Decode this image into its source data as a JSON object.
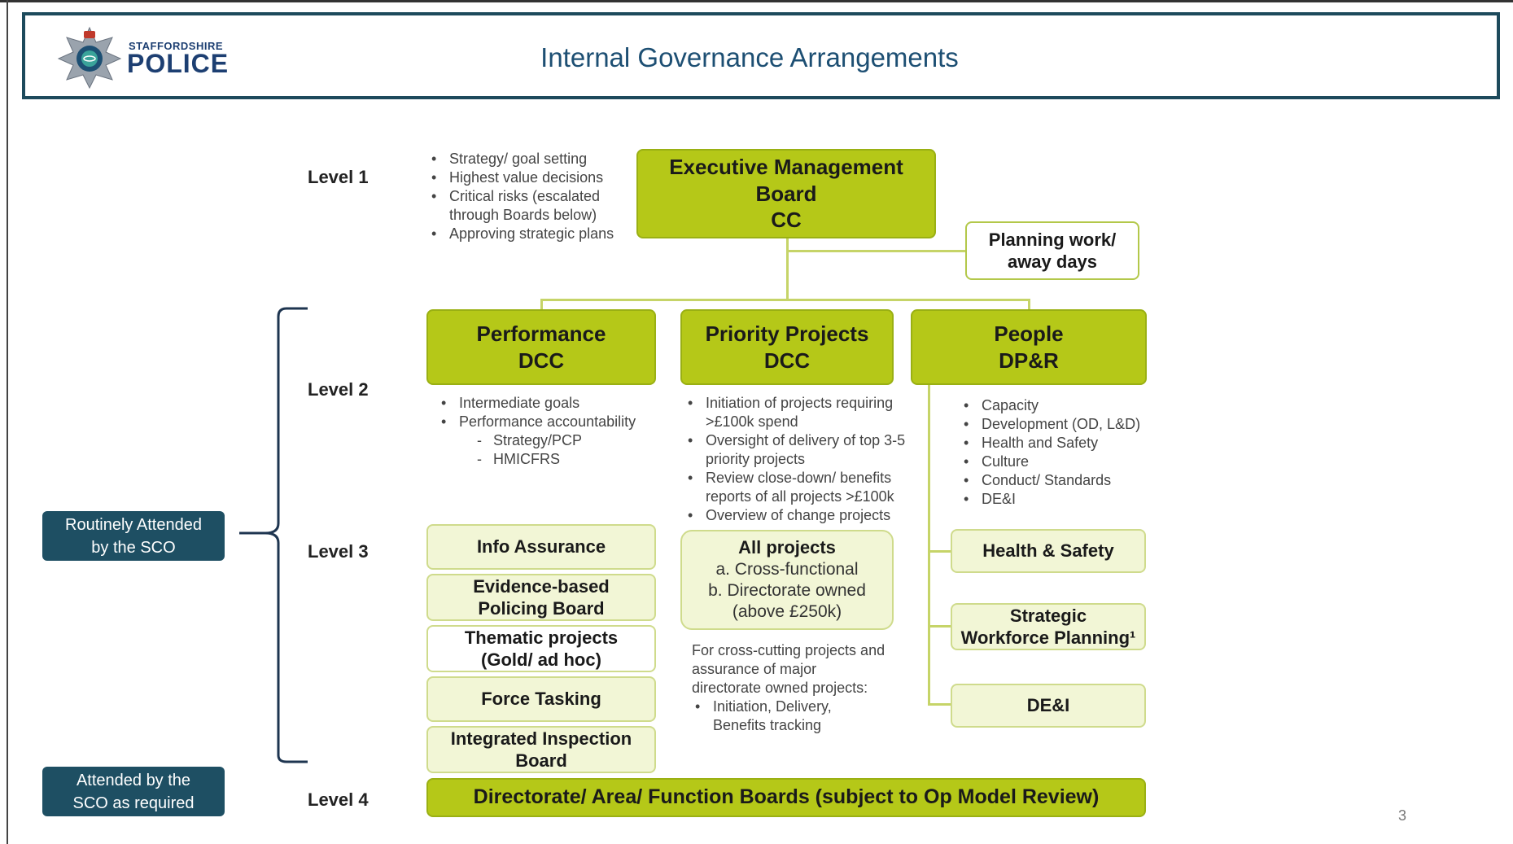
{
  "header": {
    "logo_sub": "STAFFORDSHIRE",
    "logo_main": "POLICE",
    "title": "Internal Governance Arrangements"
  },
  "levels": {
    "level1": "Level 1",
    "level2": "Level 2",
    "level3": "Level 3",
    "level4": "Level 4"
  },
  "level1_bullets": [
    "Strategy/ goal setting",
    "Highest value decisions",
    "Critical risks (escalated through Boards below)",
    "Approving strategic plans"
  ],
  "emb": {
    "line1": "Executive Management",
    "line2": "Board",
    "line3": "CC"
  },
  "planning": {
    "line1": "Planning work/",
    "line2": "away days"
  },
  "performance": {
    "line1": "Performance",
    "line2": "DCC",
    "bullets": [
      "Intermediate goals",
      "Performance accountability"
    ],
    "sub_bullets": [
      "Strategy/PCP",
      "HMICFRS"
    ]
  },
  "priority": {
    "line1": "Priority Projects",
    "line2": "DCC",
    "bullets": [
      "Initiation of projects requiring >£100k spend",
      "Oversight of delivery of top 3-5 priority projects",
      "Review close-down/ benefits reports of all projects >£100k",
      "Overview of change projects"
    ]
  },
  "people": {
    "line1": "People",
    "line2": "DP&R",
    "bullets": [
      "Capacity",
      "Development (OD, L&D)",
      "Health and Safety",
      "Culture",
      "Conduct/ Standards",
      "DE&I"
    ]
  },
  "level3_left": {
    "info": "Info Assurance",
    "ebp_1": "Evidence-based",
    "ebp_2": "Policing Board",
    "thematic_1": "Thematic projects",
    "thematic_2": "(Gold/ ad hoc)",
    "force": "Force Tasking",
    "iib_1": "Integrated Inspection",
    "iib_2": "Board"
  },
  "all_projects": {
    "title": "All projects",
    "a": "a. Cross-functional",
    "b": "b. Directorate owned",
    "c": "(above £250k)"
  },
  "crosscut": {
    "line1": "For cross-cutting projects and",
    "line2": "assurance of major",
    "line3": "directorate owned projects:",
    "bullet_1": "Initiation, Delivery,",
    "bullet_2": "Benefits tracking"
  },
  "level3_right": {
    "hs": "Health & Safety",
    "swp_1": "Strategic",
    "swp_2": "Workforce Planning¹",
    "dei": "DE&I"
  },
  "level4": {
    "label": "Directorate/ Area/ Function Boards (subject to Op Model Review)"
  },
  "badges": {
    "routine_1": "Routinely Attended",
    "routine_2": "by the SCO",
    "asreq_1": "Attended by the",
    "asreq_2": "SCO as required"
  },
  "page_number": "3",
  "colors": {
    "dark_green": "#b5c818",
    "light_green": "#f2f6d6",
    "navy": "#1e4f63",
    "title_blue": "#1d4f73"
  }
}
